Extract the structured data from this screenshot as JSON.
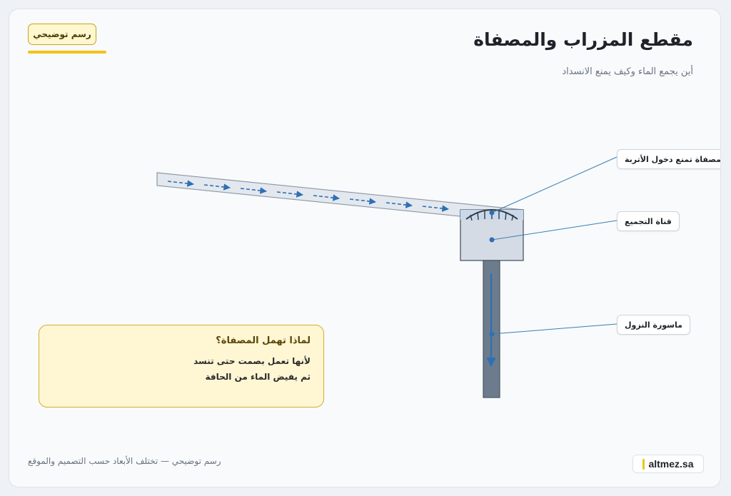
{
  "header": {
    "title": "مقطع المزراب والمصفاة",
    "subtitle": "أين يجمع الماء وكيف يمنع الانسداد",
    "badge": "رسم توضيحي"
  },
  "callouts": {
    "filter": "مصفاة تمنع دخول الأتربة",
    "channel": "قناة التجميع",
    "pipe": "ماسورة النزول"
  },
  "note": {
    "title": "لماذا تهمل المصفاة؟",
    "lines": [
      "لأنها تعمل بصمت حتى تنسد",
      "ثم يفيض الماء من الحافة"
    ]
  },
  "footer": {
    "note": "رسم توضيحي — تختلف الأبعاد حسب التصميم والموقع",
    "brand": "altmez.sa"
  },
  "colors": {
    "accent": "#f2c318",
    "water_flow": "#2f6fb5",
    "leader_line": "#3c7fb0",
    "note_bg": "#fff6d4",
    "note_border": "#d4ad2c",
    "pipe": "#6d7c8c"
  }
}
